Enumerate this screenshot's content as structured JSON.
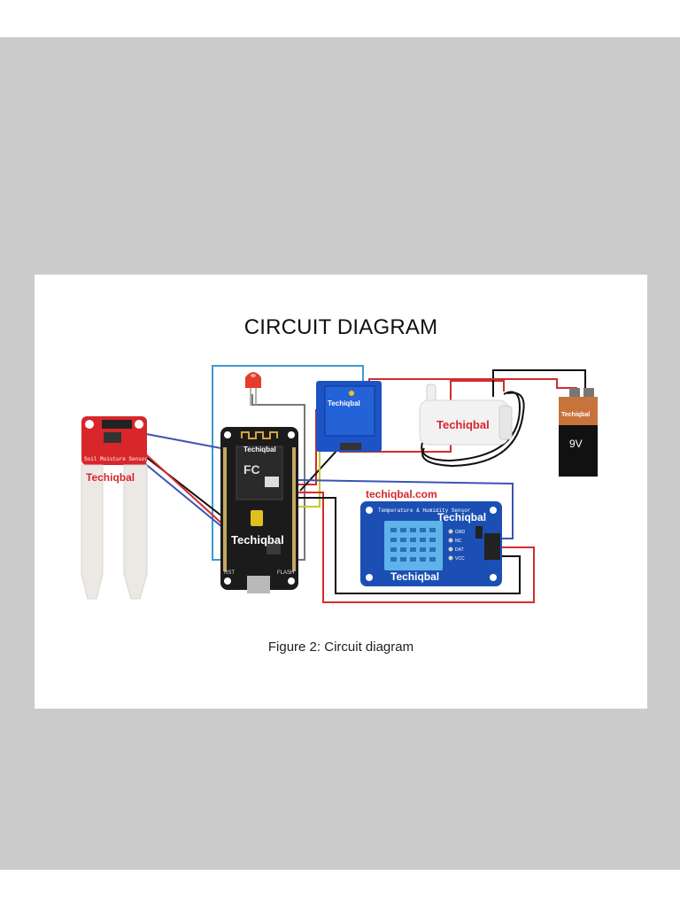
{
  "diagram": {
    "title": "CIRCUIT DIAGRAM",
    "caption": "Figure 2: Circuit diagram",
    "website": "techiqbal.com",
    "watermark": "Techiqbal",
    "soil_sensor_label": "Soil Moisture Sensor",
    "dht_label": "Temperature & Humidity Sensor",
    "battery_label": "9V",
    "board_labels": {
      "rst": "RST",
      "flash": "FLASH",
      "fcc": "FC"
    },
    "dht_pins": [
      "GND",
      "NC",
      "DAT",
      "VCC"
    ]
  },
  "colors": {
    "page_background": "#cbcbcb",
    "card_background": "#ffffff",
    "wire_red": "#d32c2c",
    "wire_black": "#111111",
    "wire_blue": "#3b54b5",
    "wire_lightblue": "#3a9ad0",
    "wire_yellow": "#c7c929",
    "wire_gray": "#777777",
    "sensor_red": "#d9262b",
    "dht_blue": "#1b4fb4",
    "relay_blue": "#1d53c4",
    "brand_red": "#d8262d"
  }
}
